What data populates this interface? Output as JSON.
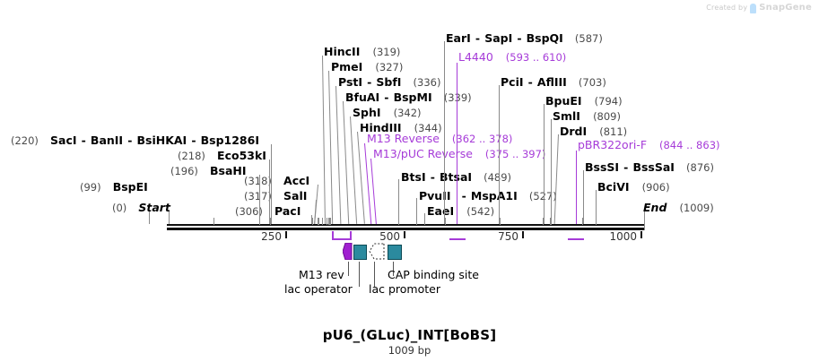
{
  "watermark": {
    "prefix": "Created by",
    "brand": "SnapGene"
  },
  "title": "pU6_(GLuc)_INT[BoBS]",
  "subtitle": "1009 bp",
  "sequence_length": 1009,
  "ruler": {
    "ticks": [
      {
        "label": "250",
        "value": 250
      },
      {
        "label": "500",
        "value": 500
      },
      {
        "label": "750",
        "value": 750
      },
      {
        "label": "1000",
        "value": 1000
      }
    ]
  },
  "colors": {
    "enzyme_text": "#000000",
    "position_text": "#4a4a4a",
    "primer": "#a63bd8",
    "feature_teal": "#2b8a9e",
    "backbone": "#111111",
    "leader": "#8a8a8a"
  },
  "terminals": [
    {
      "name": "Start",
      "position": "(0)",
      "value": 0
    },
    {
      "name": "End",
      "position": "(1009)",
      "value": 1009
    }
  ],
  "enzyme_sites": [
    {
      "names": [
        "SacI",
        "BanII",
        "BsiHKAI",
        "Bsp1286I"
      ],
      "position": "(220)",
      "value": 220
    },
    {
      "names": [
        "Eco53kI"
      ],
      "position": "(218)",
      "value": 218
    },
    {
      "names": [
        "BsaHI"
      ],
      "position": "(196)",
      "value": 196
    },
    {
      "names": [
        "BspEI"
      ],
      "position": "(99)",
      "value": 99
    },
    {
      "names": [
        "AccI"
      ],
      "position": "(318)",
      "value": 318
    },
    {
      "names": [
        "SalI"
      ],
      "position": "(317)",
      "value": 317
    },
    {
      "names": [
        "PacI"
      ],
      "position": "(306)",
      "value": 306
    },
    {
      "names": [
        "HincII"
      ],
      "position": "(319)",
      "value": 319
    },
    {
      "names": [
        "PmeI"
      ],
      "position": "(327)",
      "value": 327
    },
    {
      "names": [
        "PstI",
        "SbfI"
      ],
      "position": "(336)",
      "value": 336
    },
    {
      "names": [
        "BfuAI",
        "BspMI"
      ],
      "position": "(339)",
      "value": 339
    },
    {
      "names": [
        "SphI"
      ],
      "position": "(342)",
      "value": 342
    },
    {
      "names": [
        "HindIII"
      ],
      "position": "(344)",
      "value": 344
    },
    {
      "names": [
        "BtsI",
        "BtsaI"
      ],
      "position": "(489)",
      "value": 489
    },
    {
      "names": [
        "PvuII",
        "MspA1I"
      ],
      "position": "(527)",
      "value": 527
    },
    {
      "names": [
        "EaeI"
      ],
      "position": "(542)",
      "value": 542
    },
    {
      "names": [
        "EarI",
        "SapI",
        "BspQI"
      ],
      "position": "(587)",
      "value": 587
    },
    {
      "names": [
        "PciI",
        "AflIII"
      ],
      "position": "(703)",
      "value": 703
    },
    {
      "names": [
        "BpuEI"
      ],
      "position": "(794)",
      "value": 794
    },
    {
      "names": [
        "SmlI"
      ],
      "position": "(809)",
      "value": 809
    },
    {
      "names": [
        "DrdI"
      ],
      "position": "(811)",
      "value": 811
    },
    {
      "names": [
        "BssSI",
        "BssSaI"
      ],
      "position": "(876)",
      "value": 876
    },
    {
      "names": [
        "BciVI"
      ],
      "position": "(906)",
      "value": 906
    }
  ],
  "primers": [
    {
      "name": "L4440",
      "range": "(593 .. 610)",
      "start": 593,
      "end": 610
    },
    {
      "name": "M13 Reverse",
      "range": "(362 .. 378)",
      "start": 362,
      "end": 378
    },
    {
      "name": "M13/pUC Reverse",
      "range": "(375 .. 397)",
      "start": 375,
      "end": 397
    },
    {
      "name": "pBR322ori-F",
      "range": "(844 .. 863)",
      "start": 844,
      "end": 863
    }
  ],
  "features": [
    {
      "name": "M13 rev",
      "kind": "primer-arrow",
      "color": "#a020d0"
    },
    {
      "name": "lac operator",
      "kind": "box",
      "color": "#2b8a9e"
    },
    {
      "name": "CAP binding site",
      "kind": "box",
      "color": "#2b8a9e"
    },
    {
      "name": "lac promoter",
      "kind": "outline-arrow",
      "color": "#ffffff"
    }
  ],
  "labels": {
    "l_sacI": "SacI",
    "l_banII": "BanII",
    "l_bsiHKAI": "BsiHKAI",
    "l_bsp1286I": "Bsp1286I",
    "p_220": "(220)",
    "l_eco53kI": "Eco53kI",
    "p_218": "(218)",
    "l_bsaHI": "BsaHI",
    "p_196": "(196)",
    "l_bspEI": "BspEI",
    "p_99": "(99)",
    "l_start": "Start",
    "p_0": "(0)",
    "l_accI": "AccI",
    "p_318": "(318)",
    "l_salI": "SalI",
    "p_317": "(317)",
    "l_pacI": "PacI",
    "p_306": "(306)",
    "l_hincII": "HincII",
    "p_319": "(319)",
    "l_pmeI": "PmeI",
    "p_327": "(327)",
    "l_pstI": "PstI",
    "l_sbfI": "SbfI",
    "p_336": "(336)",
    "l_bfuAI": "BfuAI",
    "l_bspMI": "BspMI",
    "p_339": "(339)",
    "l_sphI": "SphI",
    "p_342": "(342)",
    "l_hindIII": "HindIII",
    "p_344": "(344)",
    "l_btsI": "BtsI",
    "l_btsaI": "BtsaI",
    "p_489": "(489)",
    "l_pvuII": "PvuII",
    "l_mspA1I": "MspA1I",
    "p_527": "(527)",
    "l_eaeI": "EaeI",
    "p_542": "(542)",
    "l_earI": "EarI",
    "l_sapI": "SapI",
    "l_bspQI": "BspQI",
    "p_587": "(587)",
    "l_pciI": "PciI",
    "l_aflIII": "AflIII",
    "p_703": "(703)",
    "l_bpuEI": "BpuEI",
    "p_794": "(794)",
    "l_smlI": "SmlI",
    "p_809": "(809)",
    "l_drdI": "DrdI",
    "p_811": "(811)",
    "l_bssSI": "BssSI",
    "l_bssSaI": "BssSaI",
    "p_876": "(876)",
    "l_bciVI": "BciVI",
    "p_906": "(906)",
    "l_end": "End",
    "p_1009": "(1009)",
    "pr_l4440": "L4440",
    "pr_l4440_r": "(593 .. 610)",
    "pr_m13rev": "M13 Reverse",
    "pr_m13rev_r": "(362 .. 378)",
    "pr_m13puc": "M13/pUC Reverse",
    "pr_m13puc_r": "(375 .. 397)",
    "pr_pbr": "pBR322ori-F",
    "pr_pbr_r": "(844 .. 863)",
    "f_m13rev": "M13 rev",
    "f_lacop": "lac operator",
    "f_cap": "CAP binding site",
    "f_lacpro": "lac promoter",
    "dash": "-",
    "r250": "250",
    "r500": "500",
    "r750": "750",
    "r1000": "1000"
  }
}
